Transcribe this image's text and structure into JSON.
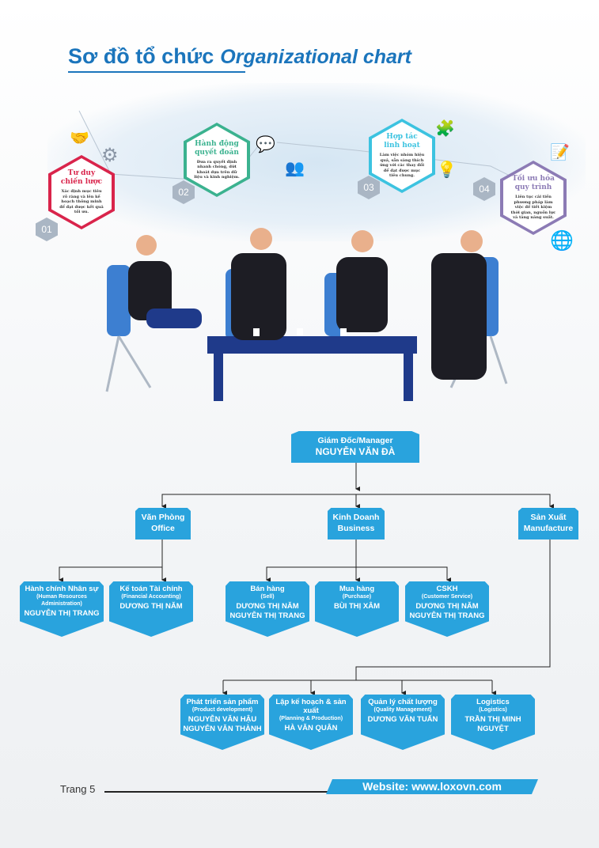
{
  "title": {
    "vn": "Sơ đồ tổ chức",
    "en": "Organizational chart"
  },
  "values": [
    {
      "num": "01",
      "heading": "Tư duy chiến lược",
      "desc": "Xác định mục tiêu rõ ràng và lên kế hoạch thông minh để đạt được kết quả tối ưu.",
      "color": "#d9244b"
    },
    {
      "num": "02",
      "heading": "Hành động quyết đoán",
      "desc": "Đưa ra quyết định nhanh chóng, dứt khoát dựa trên dữ liệu và kinh nghiệm.",
      "color": "#3bb28f"
    },
    {
      "num": "03",
      "heading": "Hợp tác linh hoạt",
      "desc": "Làm việc nhóm hiệu quả, sẵn sàng thích ứng với các thay đổi để đạt được mục tiêu chung.",
      "color": "#3cc3e0"
    },
    {
      "num": "04",
      "heading": "Tối ưu hóa quy trình",
      "desc": "Liên tục cải tiến phương pháp làm việc để tiết kiệm thời gian, nguồn lực và tăng năng suất.",
      "color": "#8c7bb5"
    }
  ],
  "org": {
    "manager": {
      "title": "Giám Đốc/Manager",
      "name": "NGUYỄN VĂN ĐÀ"
    },
    "departments": [
      {
        "vn": "Văn Phòng",
        "en": "Office"
      },
      {
        "vn": "Kinh Doanh",
        "en": "Business"
      },
      {
        "vn": "Sản Xuất",
        "en": "Manufacture"
      }
    ],
    "office": [
      {
        "title": "Hành chính Nhân sự",
        "sub": "(Human Resources Administration)",
        "names": "NGUYỄN THỊ TRANG"
      },
      {
        "title": "Kế toán Tài chính",
        "sub": "(Financial Accounting)",
        "names": "DƯƠNG THỊ NĂM"
      }
    ],
    "business": [
      {
        "title": "Bán hàng",
        "sub": "(Sell)",
        "names": "DƯƠNG THỊ NĂM NGUYỄN THỊ TRANG"
      },
      {
        "title": "Mua hàng",
        "sub": "(Purchase)",
        "names": "BÙI THỊ XÂM"
      },
      {
        "title": "CSKH",
        "sub": "(Customer Service)",
        "names": "DƯƠNG THỊ NĂM NGUYỄN THỊ TRANG"
      }
    ],
    "manufacture": [
      {
        "title": "Phát triển sản phẩm",
        "sub": "(Product development)",
        "names": "NGUYỄN VĂN HẬU NGUYỄN VĂN THÀNH"
      },
      {
        "title": "Lập kế hoạch & sản xuất",
        "sub": "(Planning & Production)",
        "names": "HÀ VĂN QUÂN"
      },
      {
        "title": "Quản lý chất lượng",
        "sub": "(Quality Management)",
        "names": "DƯƠNG VĂN TUẤN"
      },
      {
        "title": "Logistics",
        "sub": "(Logistics)",
        "names": "TRẦN THỊ MINH NGUYỆT"
      }
    ]
  },
  "footer": {
    "page": "Trang 5",
    "website": "Website: www.loxovn.com"
  },
  "colors": {
    "accent": "#1b75bc",
    "box": "#29a3dd"
  }
}
